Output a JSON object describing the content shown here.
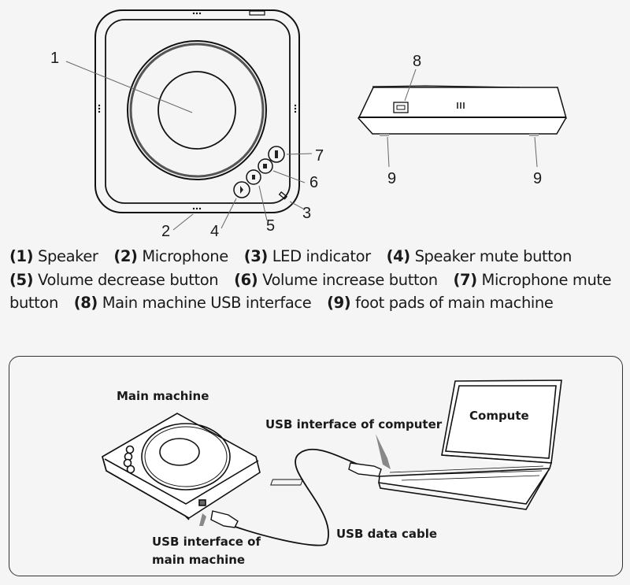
{
  "top_view": {
    "callouts": [
      "1",
      "2",
      "3",
      "4",
      "5",
      "6",
      "7"
    ]
  },
  "side_view": {
    "callouts": [
      "8",
      "9",
      "9"
    ]
  },
  "legend": {
    "items": [
      {
        "num": "(1)",
        "text": "Speaker"
      },
      {
        "num": "(2)",
        "text": "Microphone"
      },
      {
        "num": "(3)",
        "text": "LED indicator"
      },
      {
        "num": "(4)",
        "text": "Speaker mute button"
      },
      {
        "num": "(5)",
        "text": "Volume decrease button"
      },
      {
        "num": "(6)",
        "text": "Volume increase button"
      },
      {
        "num": "(7)",
        "text": "Microphone mute button"
      },
      {
        "num": "(8)",
        "text": "Main machine USB interface"
      },
      {
        "num": "(9)",
        "text": " foot pads of main machine"
      }
    ]
  },
  "connection": {
    "main_machine_label": "Main machine",
    "usb_main_label_1": "USB interface of",
    "usb_main_label_2": "main machine",
    "usb_computer_label": "USB interface of computer",
    "computer_label": "Compute",
    "cable_label": "USB data cable"
  }
}
